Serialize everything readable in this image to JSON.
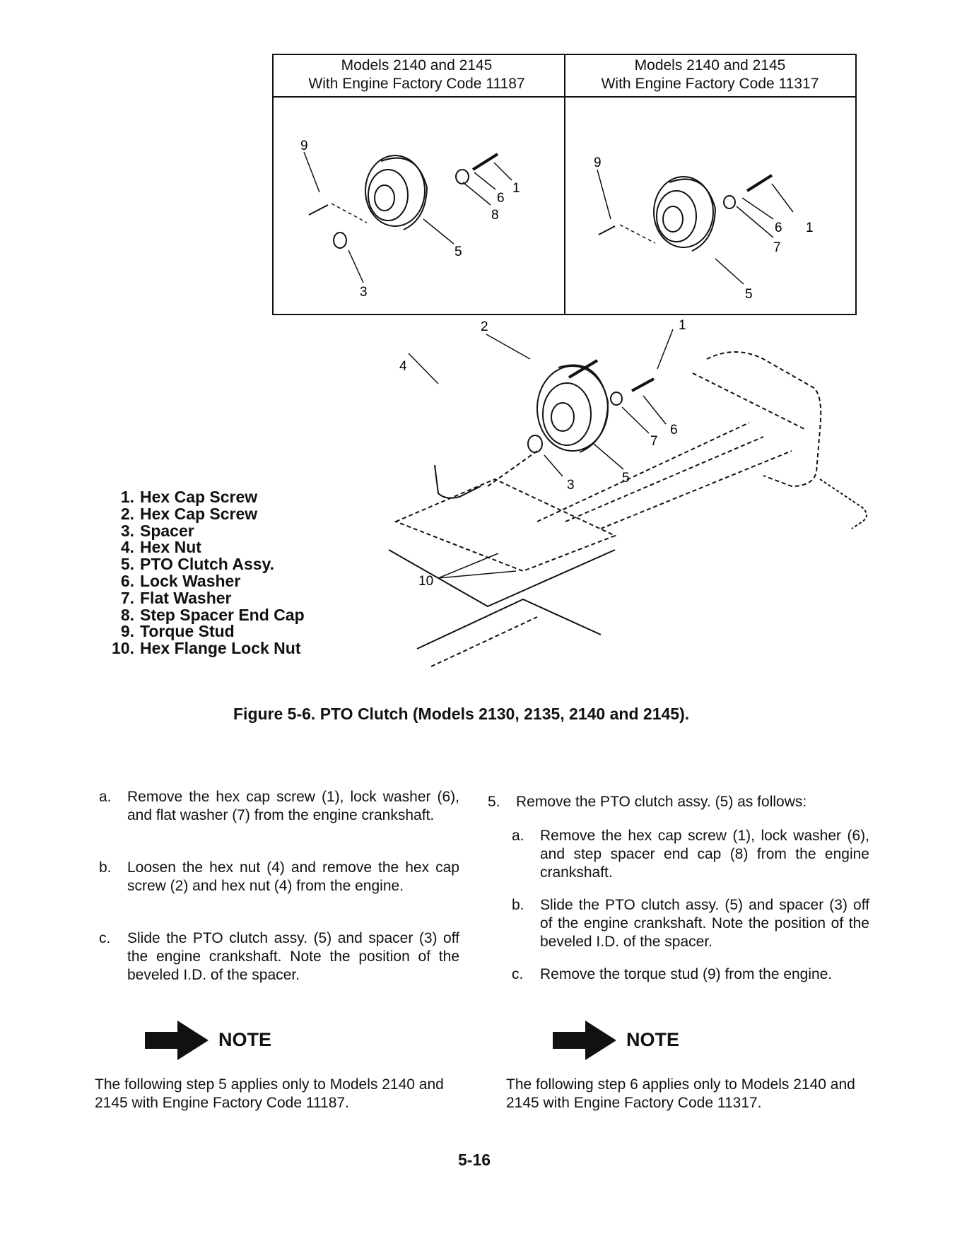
{
  "figure": {
    "panel_left": {
      "line1": "Models 2140 and 2145",
      "line2": "With Engine Factory Code 11187",
      "callouts": [
        "9",
        "1",
        "6",
        "8",
        "5",
        "3"
      ]
    },
    "panel_right": {
      "line1": "Models 2140 and 2145",
      "line2": "With Engine Factory Code 11317",
      "callouts": [
        "9",
        "6",
        "1",
        "7",
        "5"
      ]
    },
    "main_callouts": [
      "1",
      "2",
      "4",
      "6",
      "7",
      "5",
      "3",
      "10"
    ],
    "caption": "Figure 5-6. PTO Clutch (Models 2130, 2135, 2140 and 2145)."
  },
  "parts": [
    {
      "num": "1.",
      "name": "Hex Cap Screw"
    },
    {
      "num": "2.",
      "name": "Hex Cap Screw"
    },
    {
      "num": "3.",
      "name": "Spacer"
    },
    {
      "num": "4.",
      "name": "Hex Nut"
    },
    {
      "num": "5.",
      "name": "PTO Clutch Assy."
    },
    {
      "num": "6.",
      "name": "Lock Washer"
    },
    {
      "num": "7.",
      "name": "Flat Washer"
    },
    {
      "num": "8.",
      "name": "Step Spacer End Cap"
    },
    {
      "num": "9.",
      "name": "Torque Stud"
    },
    {
      "num": "10.",
      "name": "Hex Flange Lock Nut"
    }
  ],
  "left_column": {
    "steps": [
      {
        "label": "a.",
        "text": "Remove the hex cap screw (1), lock washer (6), and flat washer (7) from the engine crankshaft."
      },
      {
        "label": "b.",
        "text": "Loosen the hex nut (4) and remove the hex cap screw (2) and hex nut (4) from the engine."
      },
      {
        "label": "c.",
        "text": "Slide the PTO clutch assy. (5) and spacer (3) off the engine crankshaft. Note the position of the beveled I.D. of the spacer."
      }
    ],
    "note_title": "NOTE",
    "note_text": "The following step 5 applies only to Models 2140 and 2145 with Engine Factory Code 11187."
  },
  "right_column": {
    "step_num": "5.",
    "step_text": "Remove the PTO clutch assy. (5) as follows:",
    "steps": [
      {
        "label": "a.",
        "text": "Remove the hex cap screw (1), lock washer (6), and step spacer end cap (8) from the engine crankshaft."
      },
      {
        "label": "b.",
        "text": "Slide the PTO clutch assy. (5) and spacer (3) off of the engine crankshaft. Note the position of the beveled I.D. of the spacer."
      },
      {
        "label": "c.",
        "text": "Remove the torque stud (9) from the engine."
      }
    ],
    "note_title": "NOTE",
    "note_text": "The following step 6 applies only to Models 2140 and 2145 with Engine Factory Code 11317."
  },
  "page_number": "5-16"
}
